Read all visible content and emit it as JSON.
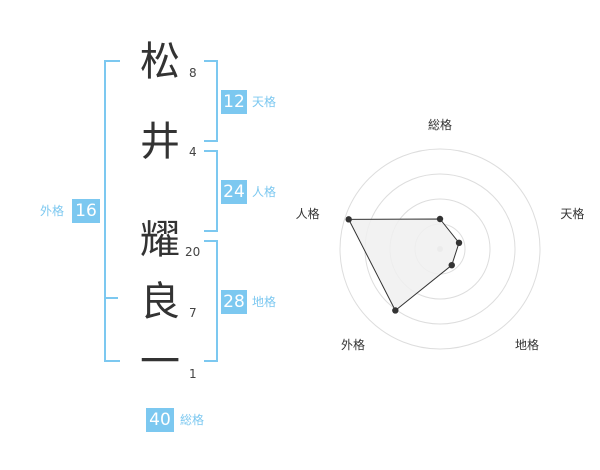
{
  "name": {
    "characters": [
      {
        "char": "松",
        "strokes": "8"
      },
      {
        "char": "井",
        "strokes": "4"
      },
      {
        "char": "耀",
        "strokes": "20"
      },
      {
        "char": "良",
        "strokes": "7"
      },
      {
        "char": "一",
        "strokes": "1"
      }
    ]
  },
  "fortune": {
    "tenkaku": {
      "label": "天格",
      "value": "12"
    },
    "jinkaku": {
      "label": "人格",
      "value": "24"
    },
    "chikaku": {
      "label": "地格",
      "value": "28"
    },
    "gaikaku": {
      "label": "外格",
      "value": "16"
    },
    "soukaku": {
      "label": "総格",
      "value": "40"
    }
  },
  "chart_data": {
    "type": "radar",
    "axes": [
      "総格",
      "天格",
      "地格",
      "外格",
      "人格"
    ],
    "rmax": 5,
    "rings": 4,
    "series": [
      {
        "values": [
          1.5,
          1.0,
          1.0,
          3.8,
          4.8
        ]
      }
    ],
    "colors": {
      "fill": "#f0f0f0",
      "stroke": "#333333",
      "grid": "#dddddd",
      "accent": "#7cc8f0"
    }
  }
}
